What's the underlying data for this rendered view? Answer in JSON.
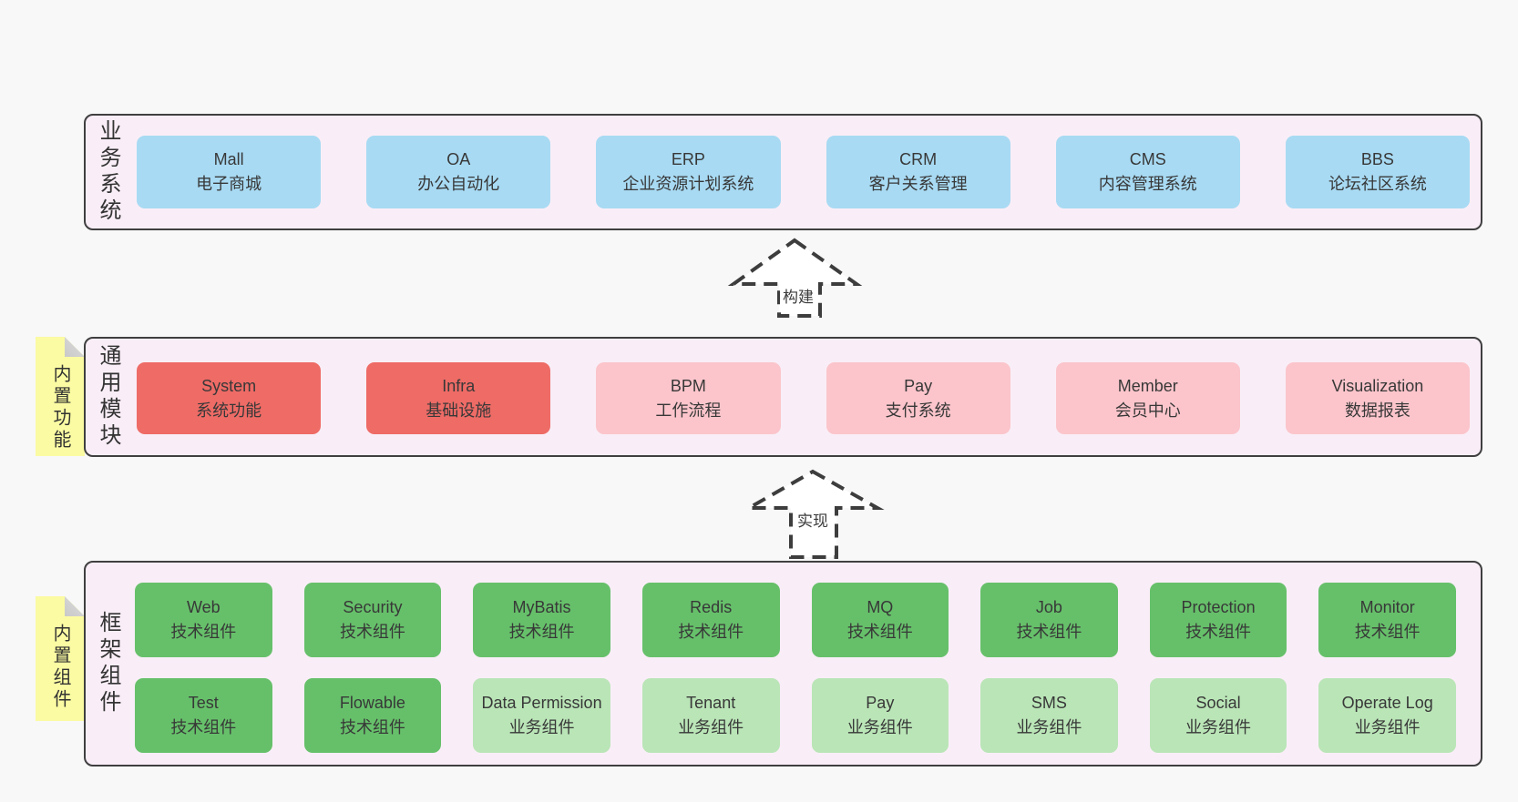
{
  "colors": {
    "page-bg": "#f8f8f8",
    "panel-bg": "#f9eef7",
    "panel-border": "#3f3f3f",
    "blue": "#a8daf3",
    "red": "#ee6b66",
    "pink": "#fbc5cb",
    "green": "#66c06a",
    "light-green": "#bae5b7",
    "note-yellow": "#fbfba3",
    "fold-gray": "#c9c9c9",
    "text": "#363636"
  },
  "sections": {
    "business": {
      "label": "业务系统",
      "boxes": [
        {
          "title": "Mall",
          "subtitle": "电子商城",
          "variant": "blue"
        },
        {
          "title": "OA",
          "subtitle": "办公自动化",
          "variant": "blue"
        },
        {
          "title": "ERP",
          "subtitle": "企业资源计划系统",
          "variant": "blue"
        },
        {
          "title": "CRM",
          "subtitle": "客户关系管理",
          "variant": "blue"
        },
        {
          "title": "CMS",
          "subtitle": "内容管理系统",
          "variant": "blue"
        },
        {
          "title": "BBS",
          "subtitle": "论坛社区系统",
          "variant": "blue"
        }
      ]
    },
    "modules": {
      "label": "通用模块",
      "note": "内置功能",
      "boxes": [
        {
          "title": "System",
          "subtitle": "系统功能",
          "variant": "red"
        },
        {
          "title": "Infra",
          "subtitle": "基础设施",
          "variant": "red"
        },
        {
          "title": "BPM",
          "subtitle": "工作流程",
          "variant": "pink"
        },
        {
          "title": "Pay",
          "subtitle": "支付系统",
          "variant": "pink"
        },
        {
          "title": "Member",
          "subtitle": "会员中心",
          "variant": "pink"
        },
        {
          "title": "Visualization",
          "subtitle": "数据报表",
          "variant": "pink"
        }
      ]
    },
    "framework": {
      "label": "框架组件",
      "note": "内置组件",
      "row1": [
        {
          "title": "Web",
          "subtitle": "技术组件",
          "variant": "green"
        },
        {
          "title": "Security",
          "subtitle": "技术组件",
          "variant": "green"
        },
        {
          "title": "MyBatis",
          "subtitle": "技术组件",
          "variant": "green"
        },
        {
          "title": "Redis",
          "subtitle": "技术组件",
          "variant": "green"
        },
        {
          "title": "MQ",
          "subtitle": "技术组件",
          "variant": "green"
        },
        {
          "title": "Job",
          "subtitle": "技术组件",
          "variant": "green"
        },
        {
          "title": "Protection",
          "subtitle": "技术组件",
          "variant": "green"
        },
        {
          "title": "Monitor",
          "subtitle": "技术组件",
          "variant": "green"
        }
      ],
      "row2": [
        {
          "title": "Test",
          "subtitle": "技术组件",
          "variant": "green"
        },
        {
          "title": "Flowable",
          "subtitle": "技术组件",
          "variant": "green"
        },
        {
          "title": "Data Permission",
          "subtitle": "业务组件",
          "variant": "light-green"
        },
        {
          "title": "Tenant",
          "subtitle": "业务组件",
          "variant": "light-green"
        },
        {
          "title": "Pay",
          "subtitle": "业务组件",
          "variant": "light-green"
        },
        {
          "title": "SMS",
          "subtitle": "业务组件",
          "variant": "light-green"
        },
        {
          "title": "Social",
          "subtitle": "业务组件",
          "variant": "light-green"
        },
        {
          "title": "Operate Log",
          "subtitle": "业务组件",
          "variant": "light-green"
        }
      ]
    }
  },
  "arrows": {
    "build": {
      "label": "构建"
    },
    "implement": {
      "label": "实现"
    }
  }
}
